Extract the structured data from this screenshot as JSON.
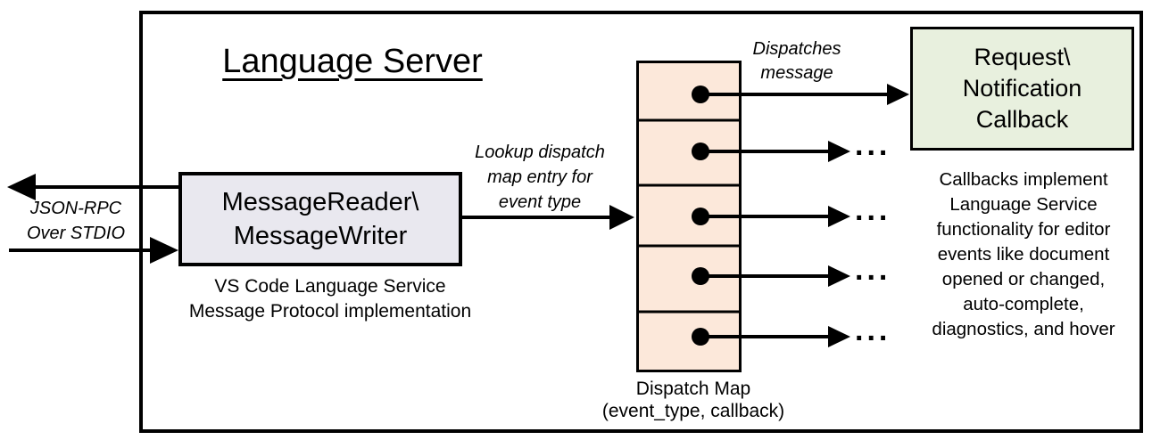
{
  "diagram": {
    "title": "Language Server",
    "reader_box_text": "MessageReader\\\nMessageWriter",
    "reader_caption": "VS Code Language Service\nMessage Protocol implementation",
    "json_rpc_label": "JSON-RPC\nOver STDIO",
    "lookup_label": "Lookup dispatch\nmap entry for\nevent type",
    "dispatches_label": "Dispatches\nmessage",
    "callback_box_text": "Request\\\nNotification\nCallback",
    "callback_caption": "Callbacks implement\nLanguage Service\nfunctionality for editor\nevents like document\nopened or changed,\nauto-complete,\ndiagnostics, and hover",
    "dispatch_map_label": "Dispatch Map\n(event_type, callback)",
    "ellipsis": "...",
    "colors": {
      "reader_fill": "#e9e8ef",
      "dispatch_map_fill": "#fce8da",
      "callback_fill": "#e8f0de",
      "line": "#000000",
      "background": "#ffffff"
    }
  }
}
